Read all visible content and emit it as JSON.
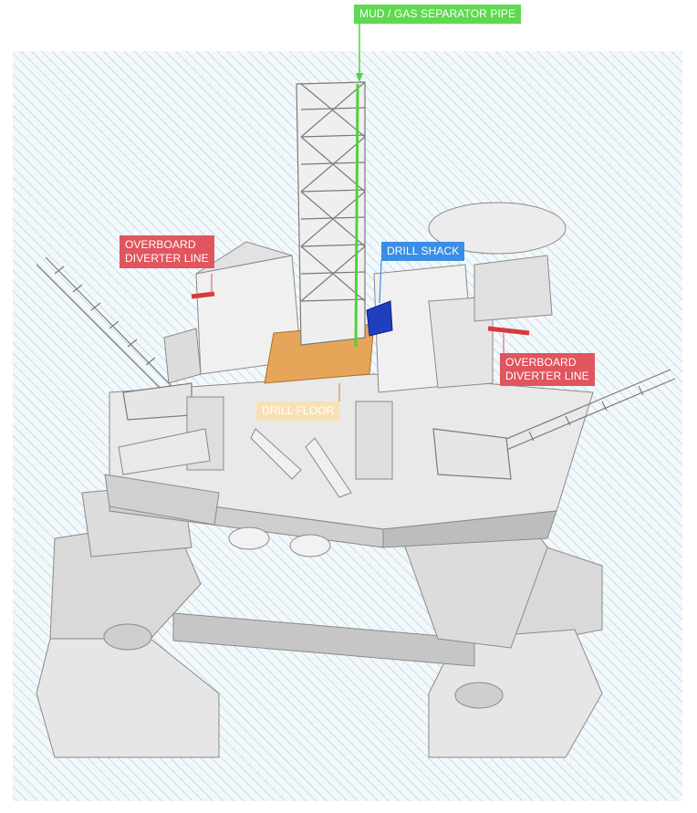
{
  "labels": {
    "mud_gas_separator_pipe": "MUD / GAS SEPARATOR PIPE",
    "drill_shack": "DRILL SHACK",
    "drill_floor": "DRILL FLOOR",
    "overboard_left_line1": "OVERBOARD",
    "overboard_left_line2": "DIVERTER LINE",
    "overboard_right_line1": "OVERBOARD",
    "overboard_right_line2": "DIVERTER LINE"
  },
  "colors": {
    "callout_green": "#5fd94f",
    "callout_red": "#e0555e",
    "callout_blue": "#3a8ee6",
    "callout_tan": "#f7e1b5",
    "drill_floor_orange": "#e7a55a",
    "drill_shack_blue": "#1f3fbf",
    "diverter_red": "#d63a3a",
    "hatch_background": "#dbe9f1"
  }
}
